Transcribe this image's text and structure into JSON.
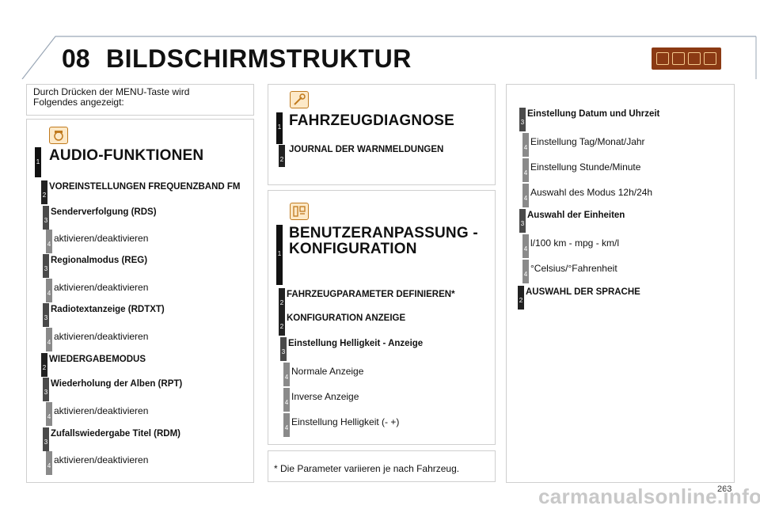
{
  "header": {
    "chapter": "08",
    "title": "BILDSCHIRMSTRUKTUR",
    "accent": "#8b3a14"
  },
  "intro": "Durch Drücken der MENU-Taste wird\nFolgendes angezeigt:",
  "col1": {
    "heading": "AUDIO-FUNKTIONEN",
    "heading_level": "1",
    "items": [
      {
        "level": "2",
        "text": "VOREINSTELLUNGEN FREQUENZBAND FM"
      },
      {
        "level": "3",
        "text": "Senderverfolgung (RDS)"
      },
      {
        "level": "4",
        "text": "aktivieren/deaktivieren"
      },
      {
        "level": "3",
        "text": "Regionalmodus (REG)"
      },
      {
        "level": "4",
        "text": "aktivieren/deaktivieren"
      },
      {
        "level": "3",
        "text": "Radiotextanzeige (RDTXT)"
      },
      {
        "level": "4",
        "text": "aktivieren/deaktivieren"
      },
      {
        "level": "2",
        "text": "WIEDERGABEMODUS"
      },
      {
        "level": "3",
        "text": "Wiederholung der Alben (RPT)"
      },
      {
        "level": "4",
        "text": "aktivieren/deaktivieren"
      },
      {
        "level": "3",
        "text": "Zufallswiedergabe Titel (RDM)"
      },
      {
        "level": "4",
        "text": "aktivieren/deaktivieren"
      }
    ]
  },
  "diag": {
    "heading": "FAHRZEUGDIAGNOSE",
    "heading_level": "1",
    "items": [
      {
        "level": "2",
        "text": "JOURNAL DER WARNMELDUNGEN"
      }
    ]
  },
  "config": {
    "heading_line1": "BENUTZERANPASSUNG -",
    "heading_line2": "KONFIGURATION",
    "heading_level": "1",
    "items": [
      {
        "level": "2",
        "text": "FAHRZEUGPARAMETER DEFINIEREN*"
      },
      {
        "level": "2",
        "text": "KONFIGURATION ANZEIGE"
      },
      {
        "level": "3",
        "text": "Einstellung Helligkeit - Anzeige"
      },
      {
        "level": "4",
        "text": "Normale Anzeige"
      },
      {
        "level": "4",
        "text": "Inverse Anzeige"
      },
      {
        "level": "4",
        "text": "Einstellung Helligkeit (- +)"
      }
    ]
  },
  "footnote": "* Die Parameter variieren je nach Fahrzeug.",
  "col3": {
    "items": [
      {
        "level": "3",
        "text": "Einstellung Datum und Uhrzeit"
      },
      {
        "level": "4",
        "text": "Einstellung Tag/Monat/Jahr"
      },
      {
        "level": "4",
        "text": "Einstellung Stunde/Minute"
      },
      {
        "level": "4",
        "text": "Auswahl des Modus 12h/24h"
      },
      {
        "level": "3",
        "text": "Auswahl der Einheiten"
      },
      {
        "level": "4",
        "text": "l/100 km - mpg - km/l"
      },
      {
        "level": "4",
        "text": "°Celsius/°Fahrenheit"
      },
      {
        "level": "2",
        "text": "AUSWAHL DER SPRACHE"
      }
    ]
  },
  "page_number": "263",
  "watermark": "carmanualsonline.info"
}
